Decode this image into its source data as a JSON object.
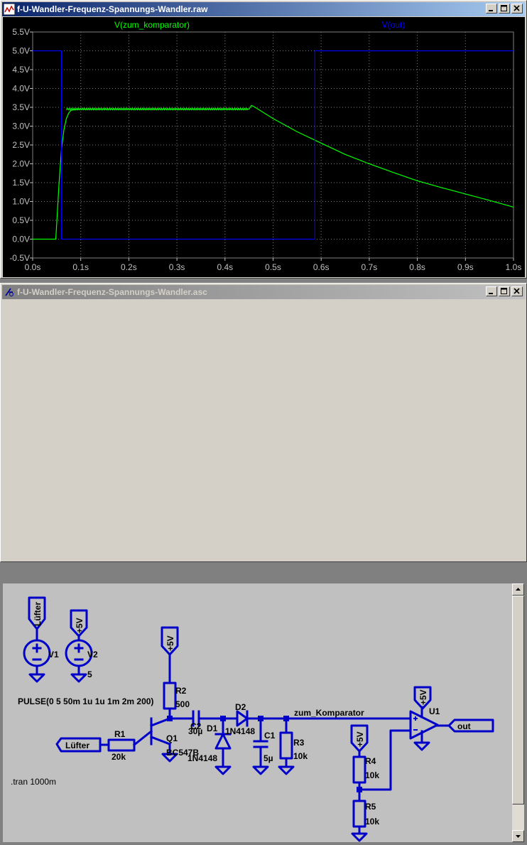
{
  "plot_window": {
    "title": "f-U-Wandler-Frequenz-Spannungs-Wandler.raw",
    "trace_labels": [
      "V(zum_komparator)",
      "V(out)"
    ]
  },
  "schematic_window": {
    "title": "f-U-Wandler-Frequenz-Spannungs-Wandler.asc",
    "labels": {
      "v1_port": "Lüfter",
      "v2_port": "+5V",
      "v1": "V1",
      "v2": "V2",
      "v2_value": "5",
      "pulse": "PULSE(0 5 50m 1u 1u 1m 2m 200)",
      "vcc_q1": "+5V",
      "r2": "R2",
      "r2_value": "500",
      "c2": "C2",
      "c2_value": "30µ",
      "d1": "D1",
      "d1_value": "1N4148",
      "d2": "D2",
      "d2_value": "1N4148",
      "q1": "Q1",
      "q1_value": "BC547B",
      "input_port": "Lüfter",
      "r1": "R1",
      "r1_value": "20k",
      "c1": "C1",
      "c1_value": "5µ",
      "r3": "R3",
      "r3_value": "10k",
      "net": "zum_Komparator",
      "vcc_u1": "+5V",
      "u1": "U1",
      "out_port": "out",
      "vcc_r4": "+5V",
      "r4": "R4",
      "r4_value": "10k",
      "r5": "R5",
      "r5_value": "10k",
      "directive": ".tran 1000m"
    }
  },
  "chart_data": {
    "type": "line",
    "title": "",
    "xlabel": "",
    "ylabel": "",
    "xlim": [
      0,
      1.0
    ],
    "ylim": [
      -0.5,
      5.5
    ],
    "grid": true,
    "x_ticks": [
      "0.0s",
      "0.1s",
      "0.2s",
      "0.3s",
      "0.4s",
      "0.5s",
      "0.6s",
      "0.7s",
      "0.8s",
      "0.9s",
      "1.0s"
    ],
    "y_ticks": [
      "-0.5V",
      "0.0V",
      "0.5V",
      "1.0V",
      "1.5V",
      "2.0V",
      "2.5V",
      "3.0V",
      "3.5V",
      "4.0V",
      "4.5V",
      "5.0V",
      "5.5V"
    ],
    "series": [
      {
        "name": "V(zum_komparator)",
        "color": "#00ff00",
        "x": [
          0.0,
          0.048,
          0.05,
          0.055,
          0.06,
          0.065,
          0.07,
          0.075,
          0.08,
          0.09,
          0.1,
          0.15,
          0.2,
          0.3,
          0.4,
          0.45,
          0.455,
          0.46,
          0.5,
          0.55,
          0.6,
          0.65,
          0.7,
          0.75,
          0.8,
          0.85,
          0.9,
          0.95,
          1.0
        ],
        "y": [
          0.0,
          0.0,
          0.4,
          1.5,
          2.4,
          2.9,
          3.2,
          3.35,
          3.42,
          3.44,
          3.45,
          3.45,
          3.45,
          3.45,
          3.45,
          3.45,
          3.55,
          3.52,
          3.2,
          2.85,
          2.55,
          2.25,
          2.0,
          1.77,
          1.55,
          1.37,
          1.2,
          1.03,
          0.85
        ]
      },
      {
        "name": "V(out)",
        "color": "#0000ff",
        "x": [
          0.0,
          0.06,
          0.06,
          0.587,
          0.587,
          1.0
        ],
        "y": [
          5.0,
          5.0,
          0.0,
          0.0,
          5.0,
          5.0
        ]
      }
    ]
  }
}
